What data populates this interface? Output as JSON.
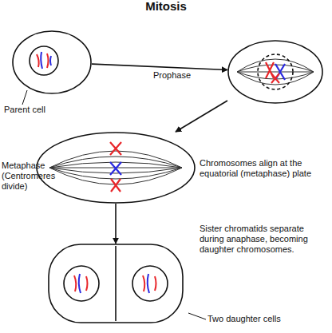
{
  "diagram": {
    "title": "Mitosis",
    "nodes": [
      {
        "text": [
          "Parent cell"
        ]
      },
      {
        "text": [
          "Prophase"
        ]
      },
      {
        "text": [
          "Metaphase (Centromeres divide)"
        ]
      },
      {
        "text": [
          "Two daughter cells"
        ]
      }
    ],
    "edges": [
      {
        "from": 0,
        "to": 1,
        "arrow": "to"
      },
      {
        "from": 1,
        "to": 2,
        "arrow": "to"
      },
      {
        "from": 2,
        "to": 3,
        "arrow": "to",
        "label": "Sister chromatids separate during anaphase, becoming daughter chromosomes."
      }
    ],
    "labels": [
      "Chromosomes align at the equatorial (metaphase) plate"
    ]
  }
}
